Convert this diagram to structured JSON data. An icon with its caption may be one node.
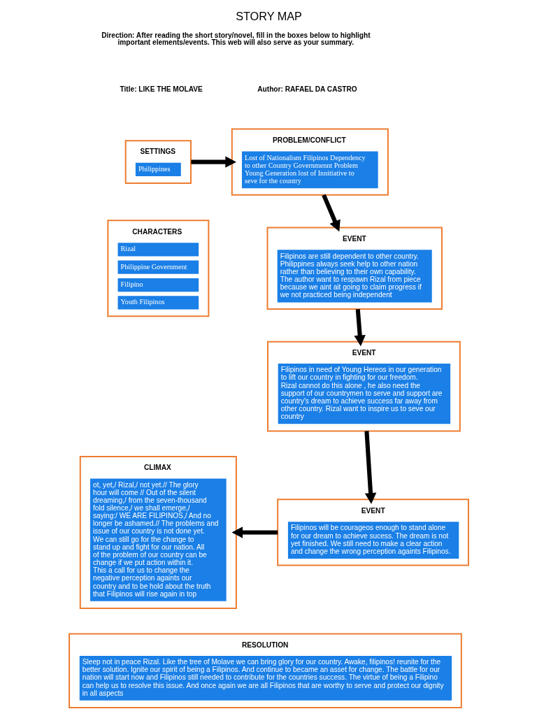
{
  "diagram": {
    "title": "STORY MAP",
    "nodes": [
      {
        "text": [
          "SETTINGS",
          "Philippines"
        ]
      },
      {
        "text": [
          "PROBLEM/CONFLICT",
          "Lost of Nationalism Filipinos Dependency to other Country Governmennt Problem Young Generation lost of Innitiative to seve for the country"
        ]
      },
      {
        "text": [
          "CHARACTERS",
          "Rizal",
          "Philippine Government",
          "Filipino",
          "Youth Filipinos"
        ]
      },
      {
        "text": [
          "EVENT",
          "Filipinos are still dependent to other country. Philippines always seek help to other nation rather than believing to their own capability. The author want to respawn Rizal from piece because we aint ait going to claim progress if we not practiced being independent"
        ]
      },
      {
        "text": [
          "CLIMAX",
          "ot, yet,/ Rizal,/ not yet.// The glory hour will come // Out of the silent dreaming,/ from the seven-thousand fold silence,/ we shall emerge,/ saying:/ WE ARE FILIPINOS,/ And no longer be ashamed.// The problems and issue of our country is not done yet. We can still go for the change to stand up and fight for our nation. All of the problem of our country can be change if we put action within it. This a call for us to change the negative perception againts our country and to be hold about the truth that Filipinos will rise again in top"
        ]
      },
      {
        "text": [
          "EVENT",
          "Filipinos in need of Young Hereos in our generation to lift our country in fighting for our freedom. Rizal cannot do this alone , he also need the support of our countrymen to serve and support are country's dream to achieve success far away from other country. Rizal want to inspire us to seve our country"
        ]
      },
      {
        "text": [
          "EVENT",
          "Filipinos will be courageos enough to stand alone for our dream to achieve sucess. The dream is not yet finished. We still need to make a clear action and change the wrong perception againts Filipinos."
        ]
      },
      {
        "text": [
          "RESOLUTION",
          "Sleep not in peace Rizal. Like the tree of Molave we can bring glory for our country. Awake, filipinos! reunite for the better solution. Ignite our spirit of being a Filipinos. And continue to became an asset for change. The battle for our nation will start now and Filipinos still needed to contribute for the countries success. The virtue of being a Filipino can help us to resolve this issue. And once again we are all Filipinos that are worthy to serve and protect our dignity in all aspects"
        ]
      }
    ],
    "edges": [
      {
        "from": 0,
        "to": 1,
        "arrow": "to"
      },
      {
        "from": 1,
        "to": 3,
        "arrow": "to"
      },
      {
        "from": 3,
        "to": 5,
        "arrow": "to"
      },
      {
        "from": 5,
        "to": 6,
        "arrow": "to"
      },
      {
        "from": 6,
        "to": 4,
        "arrow": "to"
      }
    ],
    "labels": [
      "Direction: After reading the short story/novel, fill in the boxes below to highlight important elements/events. This web will also serve as your summary.",
      "Title: LIKE THE MOLAVE",
      "Author: RAFAEL DA CASTRO"
    ]
  }
}
